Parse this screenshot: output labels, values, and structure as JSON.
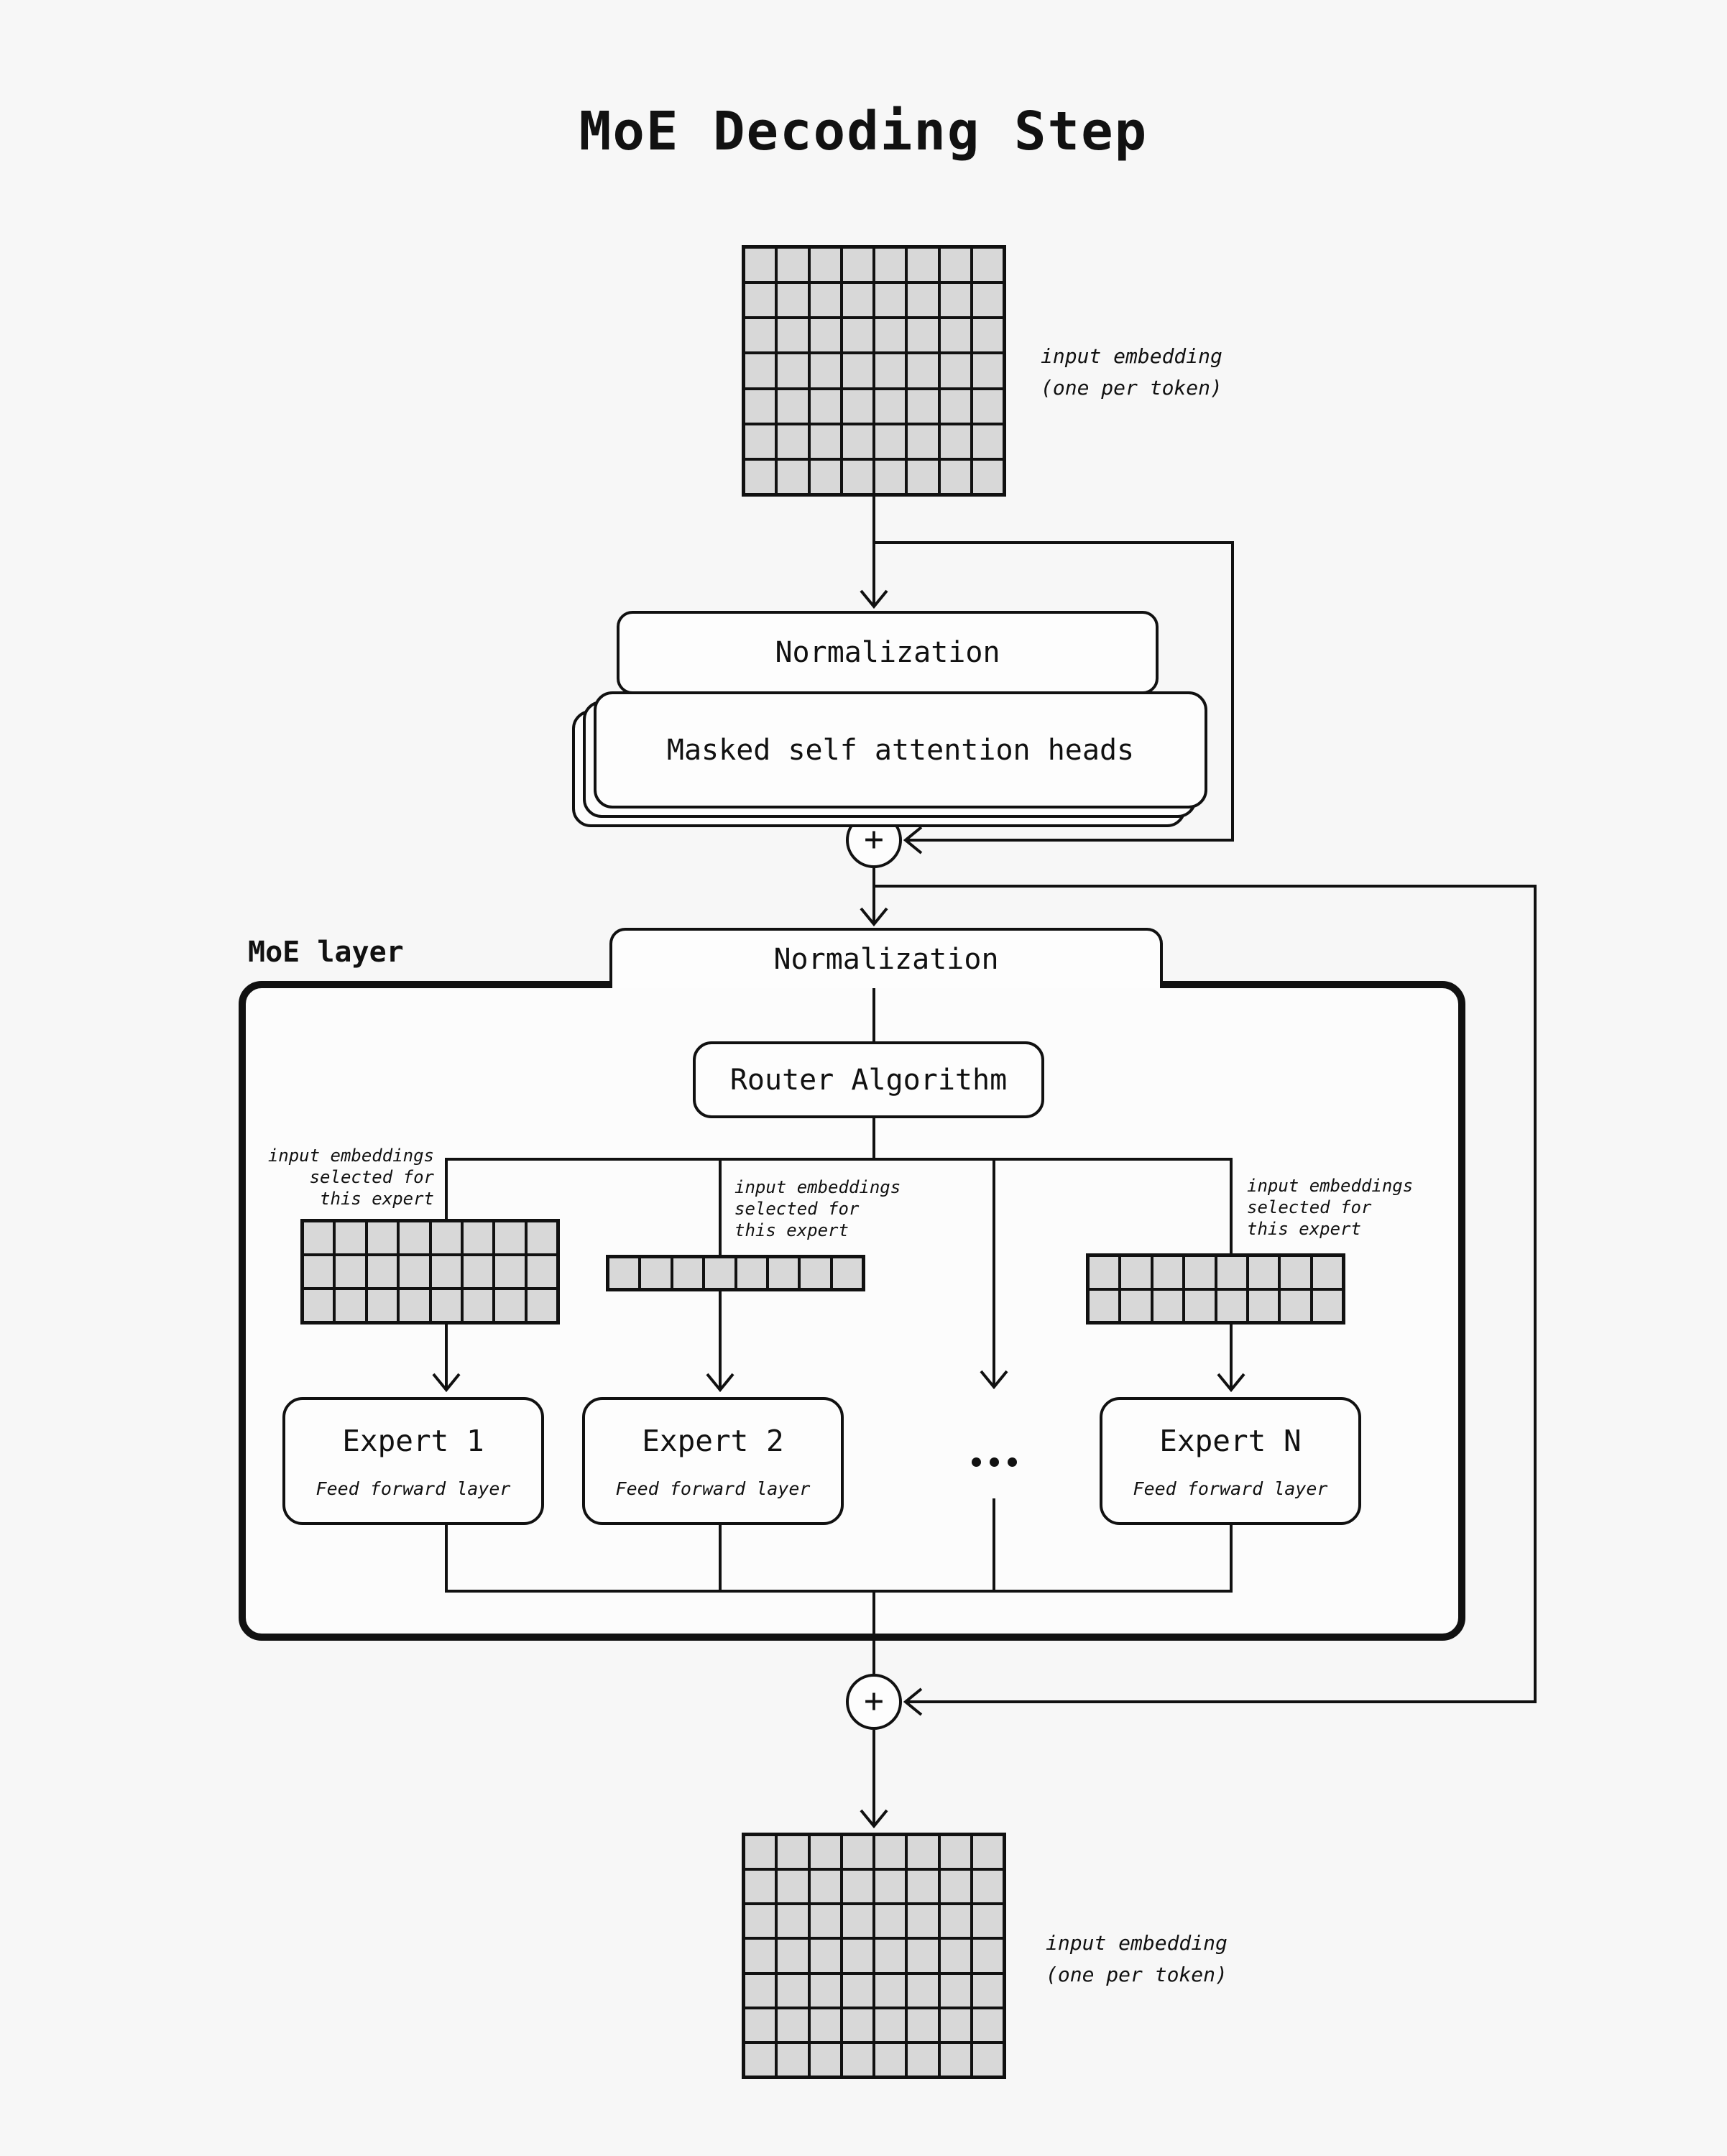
{
  "title": "MoE Decoding Step",
  "blocks": {
    "normalization_1": "Normalization",
    "attention": "Masked self attention heads",
    "normalization_2": "Normalization",
    "router": "Router Algorithm",
    "moe_layer": "MoE layer",
    "residual_plus_1": "+",
    "residual_plus_2": "+"
  },
  "experts": [
    {
      "name": "Expert 1",
      "type": "Feed forward layer"
    },
    {
      "name": "Expert 2",
      "type": "Feed forward layer"
    },
    {
      "name": "Expert N",
      "type": "Feed forward layer"
    }
  ],
  "annotations": {
    "input_embedding_top": "input embedding\n(one per token)",
    "selected_for_expert_1": "input embeddings\nselected for\nthis expert",
    "selected_for_expert_2": "input embeddings\nselected for\nthis expert",
    "selected_for_expert_n": "input embeddings\nselected for\nthis expert",
    "output_embedding": "input embedding\n(one per token)"
  },
  "grids": {
    "input_top": {
      "rows": 7,
      "cols": 8
    },
    "expert_1": {
      "rows": 3,
      "cols": 8
    },
    "expert_2": {
      "rows": 1,
      "cols": 8
    },
    "expert_n": {
      "rows": 2,
      "cols": 8
    },
    "output_bottom": {
      "rows": 7,
      "cols": 8
    }
  },
  "colors": {
    "ink": "#111111",
    "cell_fill": "#d8d8d8",
    "box_fill": "#fdfdfd",
    "moe_fill": "#fcfcfc",
    "page_bg": "#f7f7f7"
  }
}
